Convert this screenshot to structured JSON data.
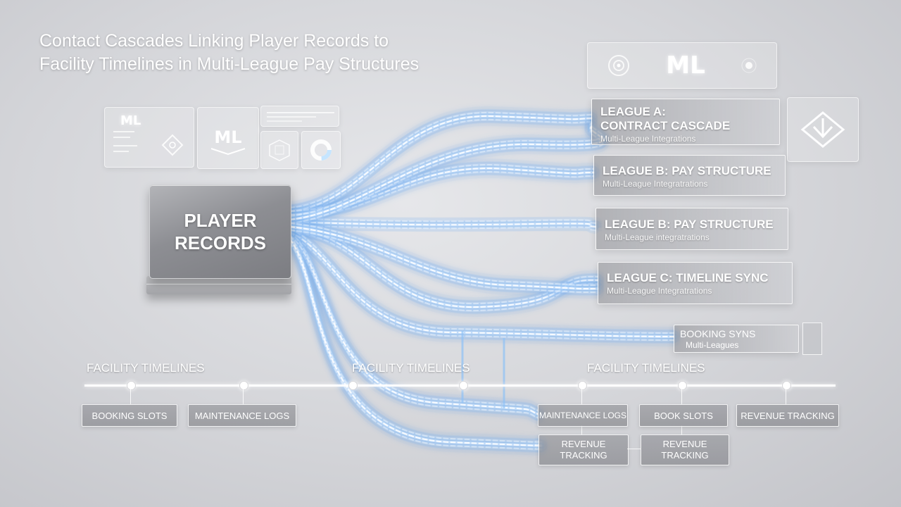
{
  "title": {
    "line1": "Contact Cascades Linking Player Records to",
    "line2": "Facility Timelines in Multi-League Pay Structures"
  },
  "source_node": {
    "line1": "PLAYER",
    "line2": "RECORDS"
  },
  "logos": {
    "top_panel_text": "ML",
    "small_panel_text": "ML",
    "emblem_text": "ML"
  },
  "icons": [
    "target-icon",
    "gear-icon",
    "ml-emblem-icon",
    "recycle-icon",
    "cube-icon",
    "donut-icon",
    "arrow-shield-icon"
  ],
  "league_boxes": [
    {
      "title_line1": "LEAGUE A:",
      "title_line2": "CONTRACT CASCADE",
      "subtitle": "Multi-League Integrations"
    },
    {
      "title_line1": "LEAGUE B: PAY STRUCTURE",
      "title_line2": "",
      "subtitle": "Multi-League Integratrations"
    },
    {
      "title_line1": "LEAGUE B: PAY STRUCTURE",
      "title_line2": "",
      "subtitle": "Multi-League integratrations"
    },
    {
      "title_line1": "LEAGUE C: TIMELINE SYNC",
      "title_line2": "",
      "subtitle": "Multi-League Integratrations"
    }
  ],
  "booking_box": {
    "title": "BOOKING SYNS",
    "subtitle": "Multi-Leagues"
  },
  "facility_labels": [
    "FACILITY TIMELINES",
    "FACILITY TIMELINES",
    "FACILITY TIMELINES"
  ],
  "timeline_boxes": {
    "booking_slots": "BOOKING SLOTS",
    "maintenance_logs_1": "MAINTENANCE LOGS",
    "maintenance_logs_2": "MAINTENANCE LOGS",
    "book_slots": "BOOK SLOTS",
    "revenue_tracking_1": "REVENUE TRACKING",
    "revenue_2_line1": "REVENUE",
    "revenue_2_line2": "TRACKING",
    "revenue_3_line1": "REVENUE",
    "revenue_3_line2": "TRACKING"
  },
  "colors": {
    "flow_light": "#cfe6ff",
    "flow_mid": "#8fc2f7",
    "flow_deep": "#5c9ce8",
    "background": "#d7d8db"
  }
}
